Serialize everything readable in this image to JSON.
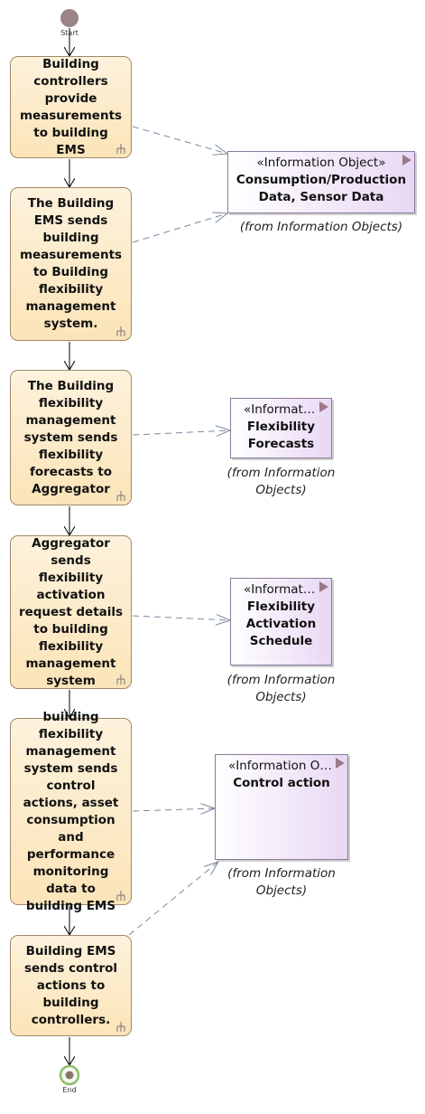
{
  "start_label": "Start",
  "end_label": "End",
  "activities": [
    {
      "label": "Building controllers provide measurements to building EMS"
    },
    {
      "label": "The Building EMS sends building measurements to Building flexibility management system."
    },
    {
      "label": "The Building flexibility management system sends flexibility forecasts to Aggregator"
    },
    {
      "label": "Aggregator sends flexibility activation request details to building flexibility management system"
    },
    {
      "label": "building flexibility management system sends control actions, asset consumption and performance monitoring data to building EMS"
    },
    {
      "label": "Building EMS sends control actions to building controllers."
    }
  ],
  "info_objects": [
    {
      "stereotype": "«Information Object»",
      "name": "Consumption/Production Data, Sensor Data",
      "from": "(from Information Objects)"
    },
    {
      "stereotype": "«Informatio...",
      "name": "Flexibility Forecasts",
      "from": "(from Information Objects)"
    },
    {
      "stereotype": "«Informatio...",
      "name": "Flexibility Activation Schedule",
      "from": "(from Information Objects)"
    },
    {
      "stereotype": "«Information Obj...",
      "name": "Control action",
      "from": "(from Information Objects)"
    }
  ],
  "colors": {
    "activity_fill": "#fbe4b8",
    "info_fill": "#e8d8f4",
    "start_fill": "#9a8486",
    "end_ring": "#8cbf6a",
    "flow_line": "#000000",
    "object_flow_line": "#7a8aa0"
  }
}
